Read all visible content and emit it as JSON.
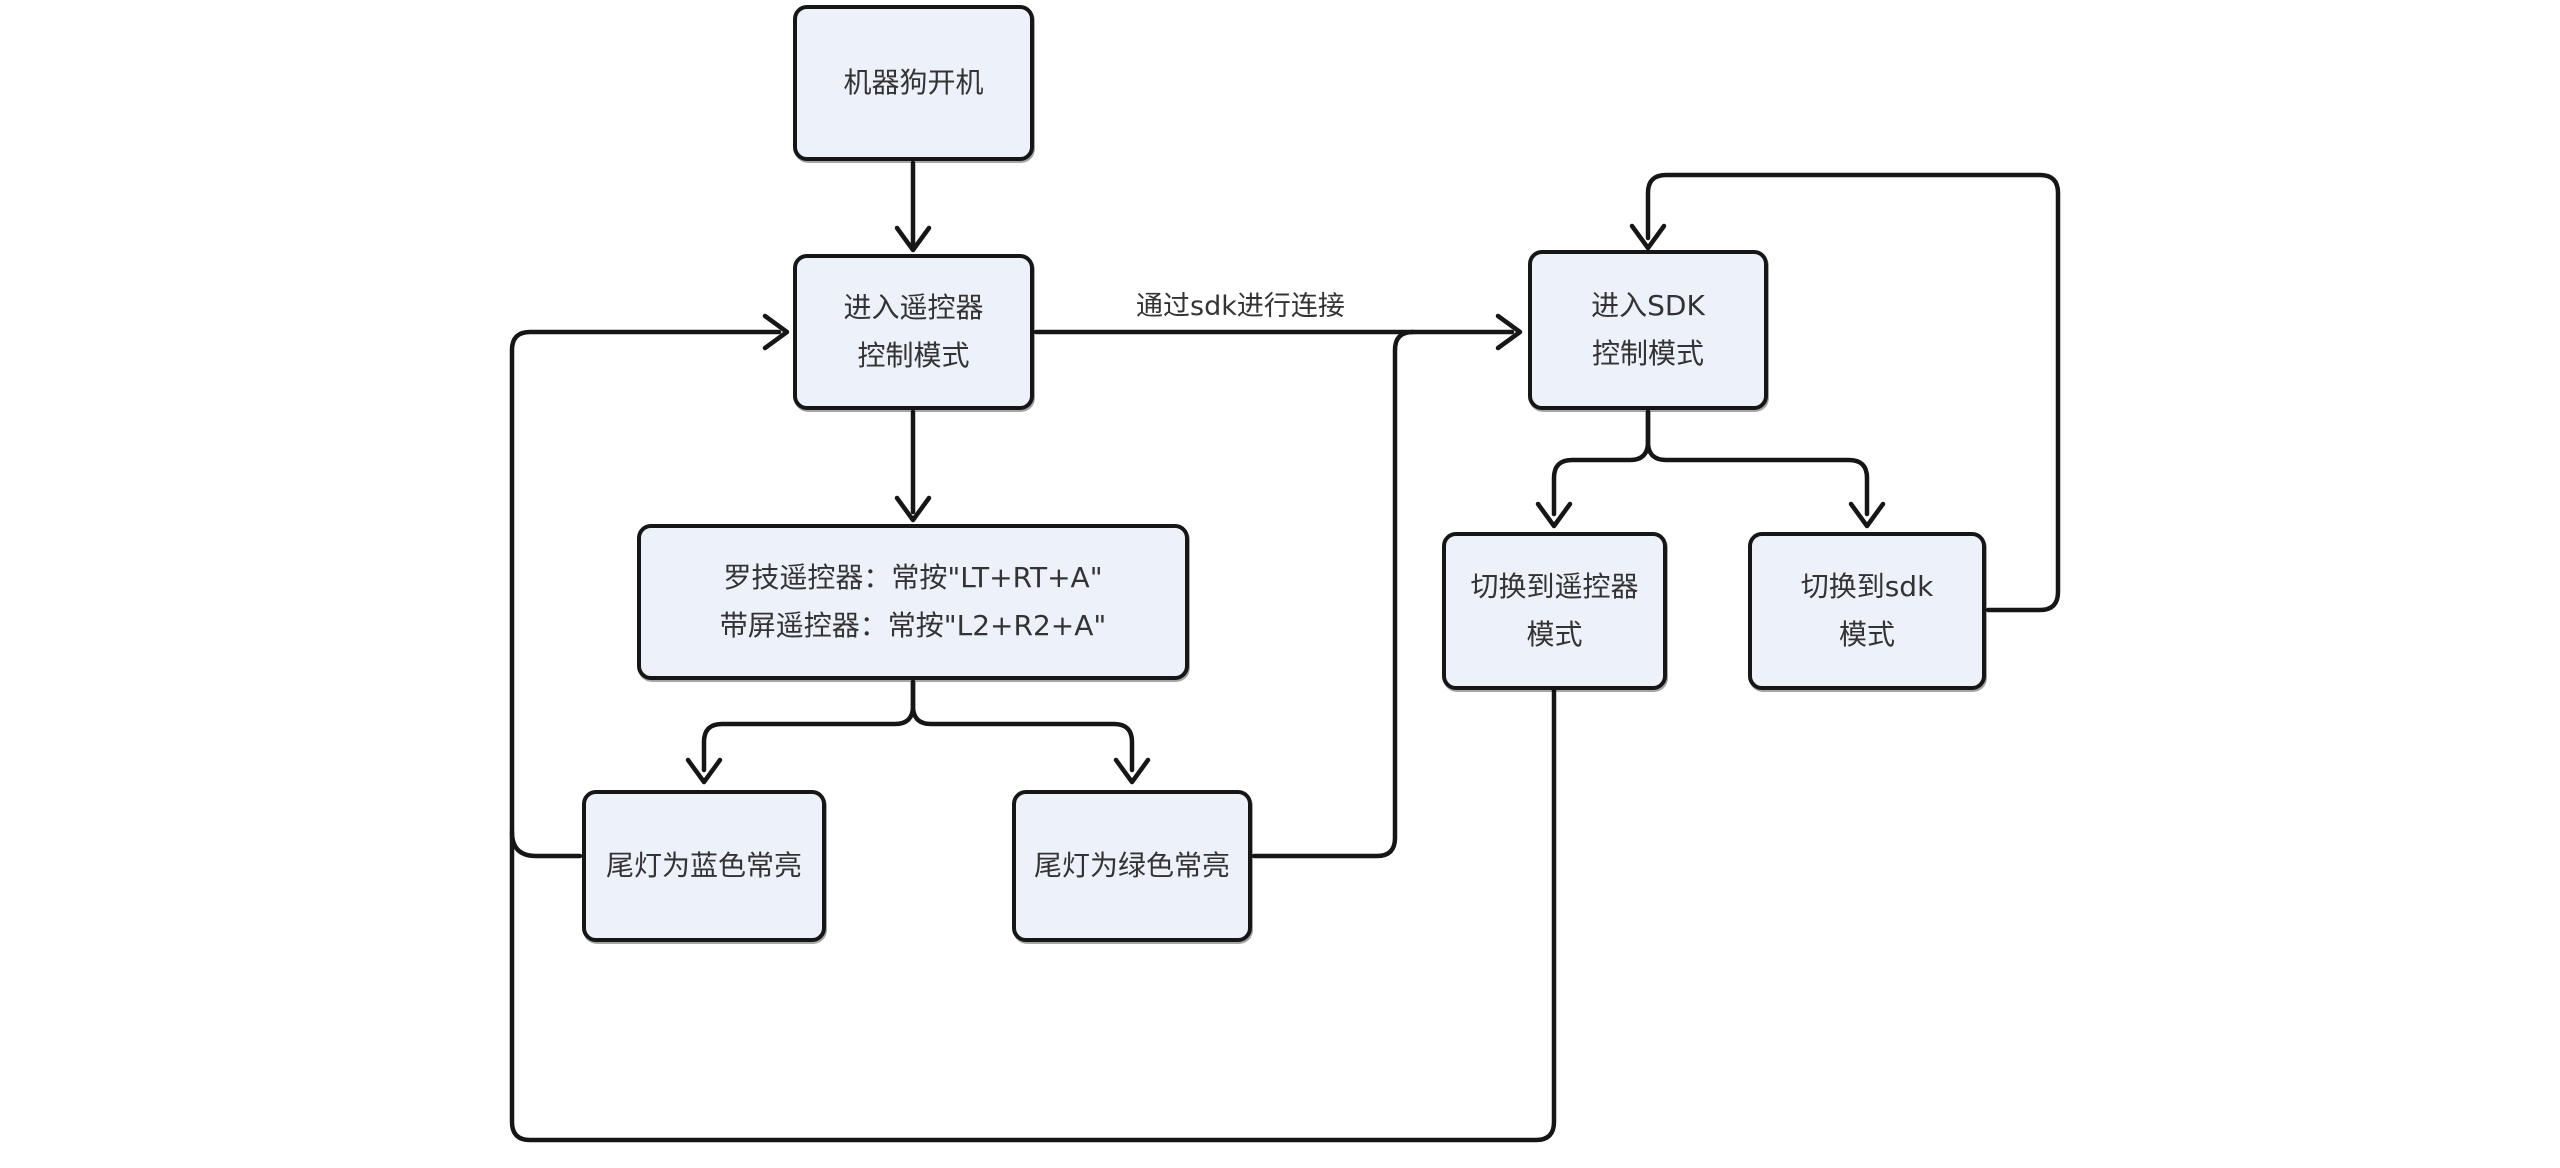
{
  "colors": {
    "background": "#ffffff",
    "line": "#161616",
    "node_fill": "#ecf1fa",
    "node_border": "#161616",
    "text": "#333333"
  },
  "nodes": {
    "power_on": {
      "label": "机器狗开机"
    },
    "remote_mode": {
      "label": "进入遥控器\n控制模式"
    },
    "sdk_mode": {
      "label": "进入SDK\n控制模式"
    },
    "press_combo": {
      "label": "罗技遥控器：常按\"LT+RT+A\"\n带屏遥控器：常按\"L2+R2+A\""
    },
    "tail_blue": {
      "label": "尾灯为蓝色常亮"
    },
    "tail_green": {
      "label": "尾灯为绿色常亮"
    },
    "switch_remote": {
      "label": "切换到遥控器\n模式"
    },
    "switch_sdk": {
      "label": "切换到sdk\n模式"
    }
  },
  "edge_labels": {
    "sdk_connect": "通过sdk进行连接"
  }
}
